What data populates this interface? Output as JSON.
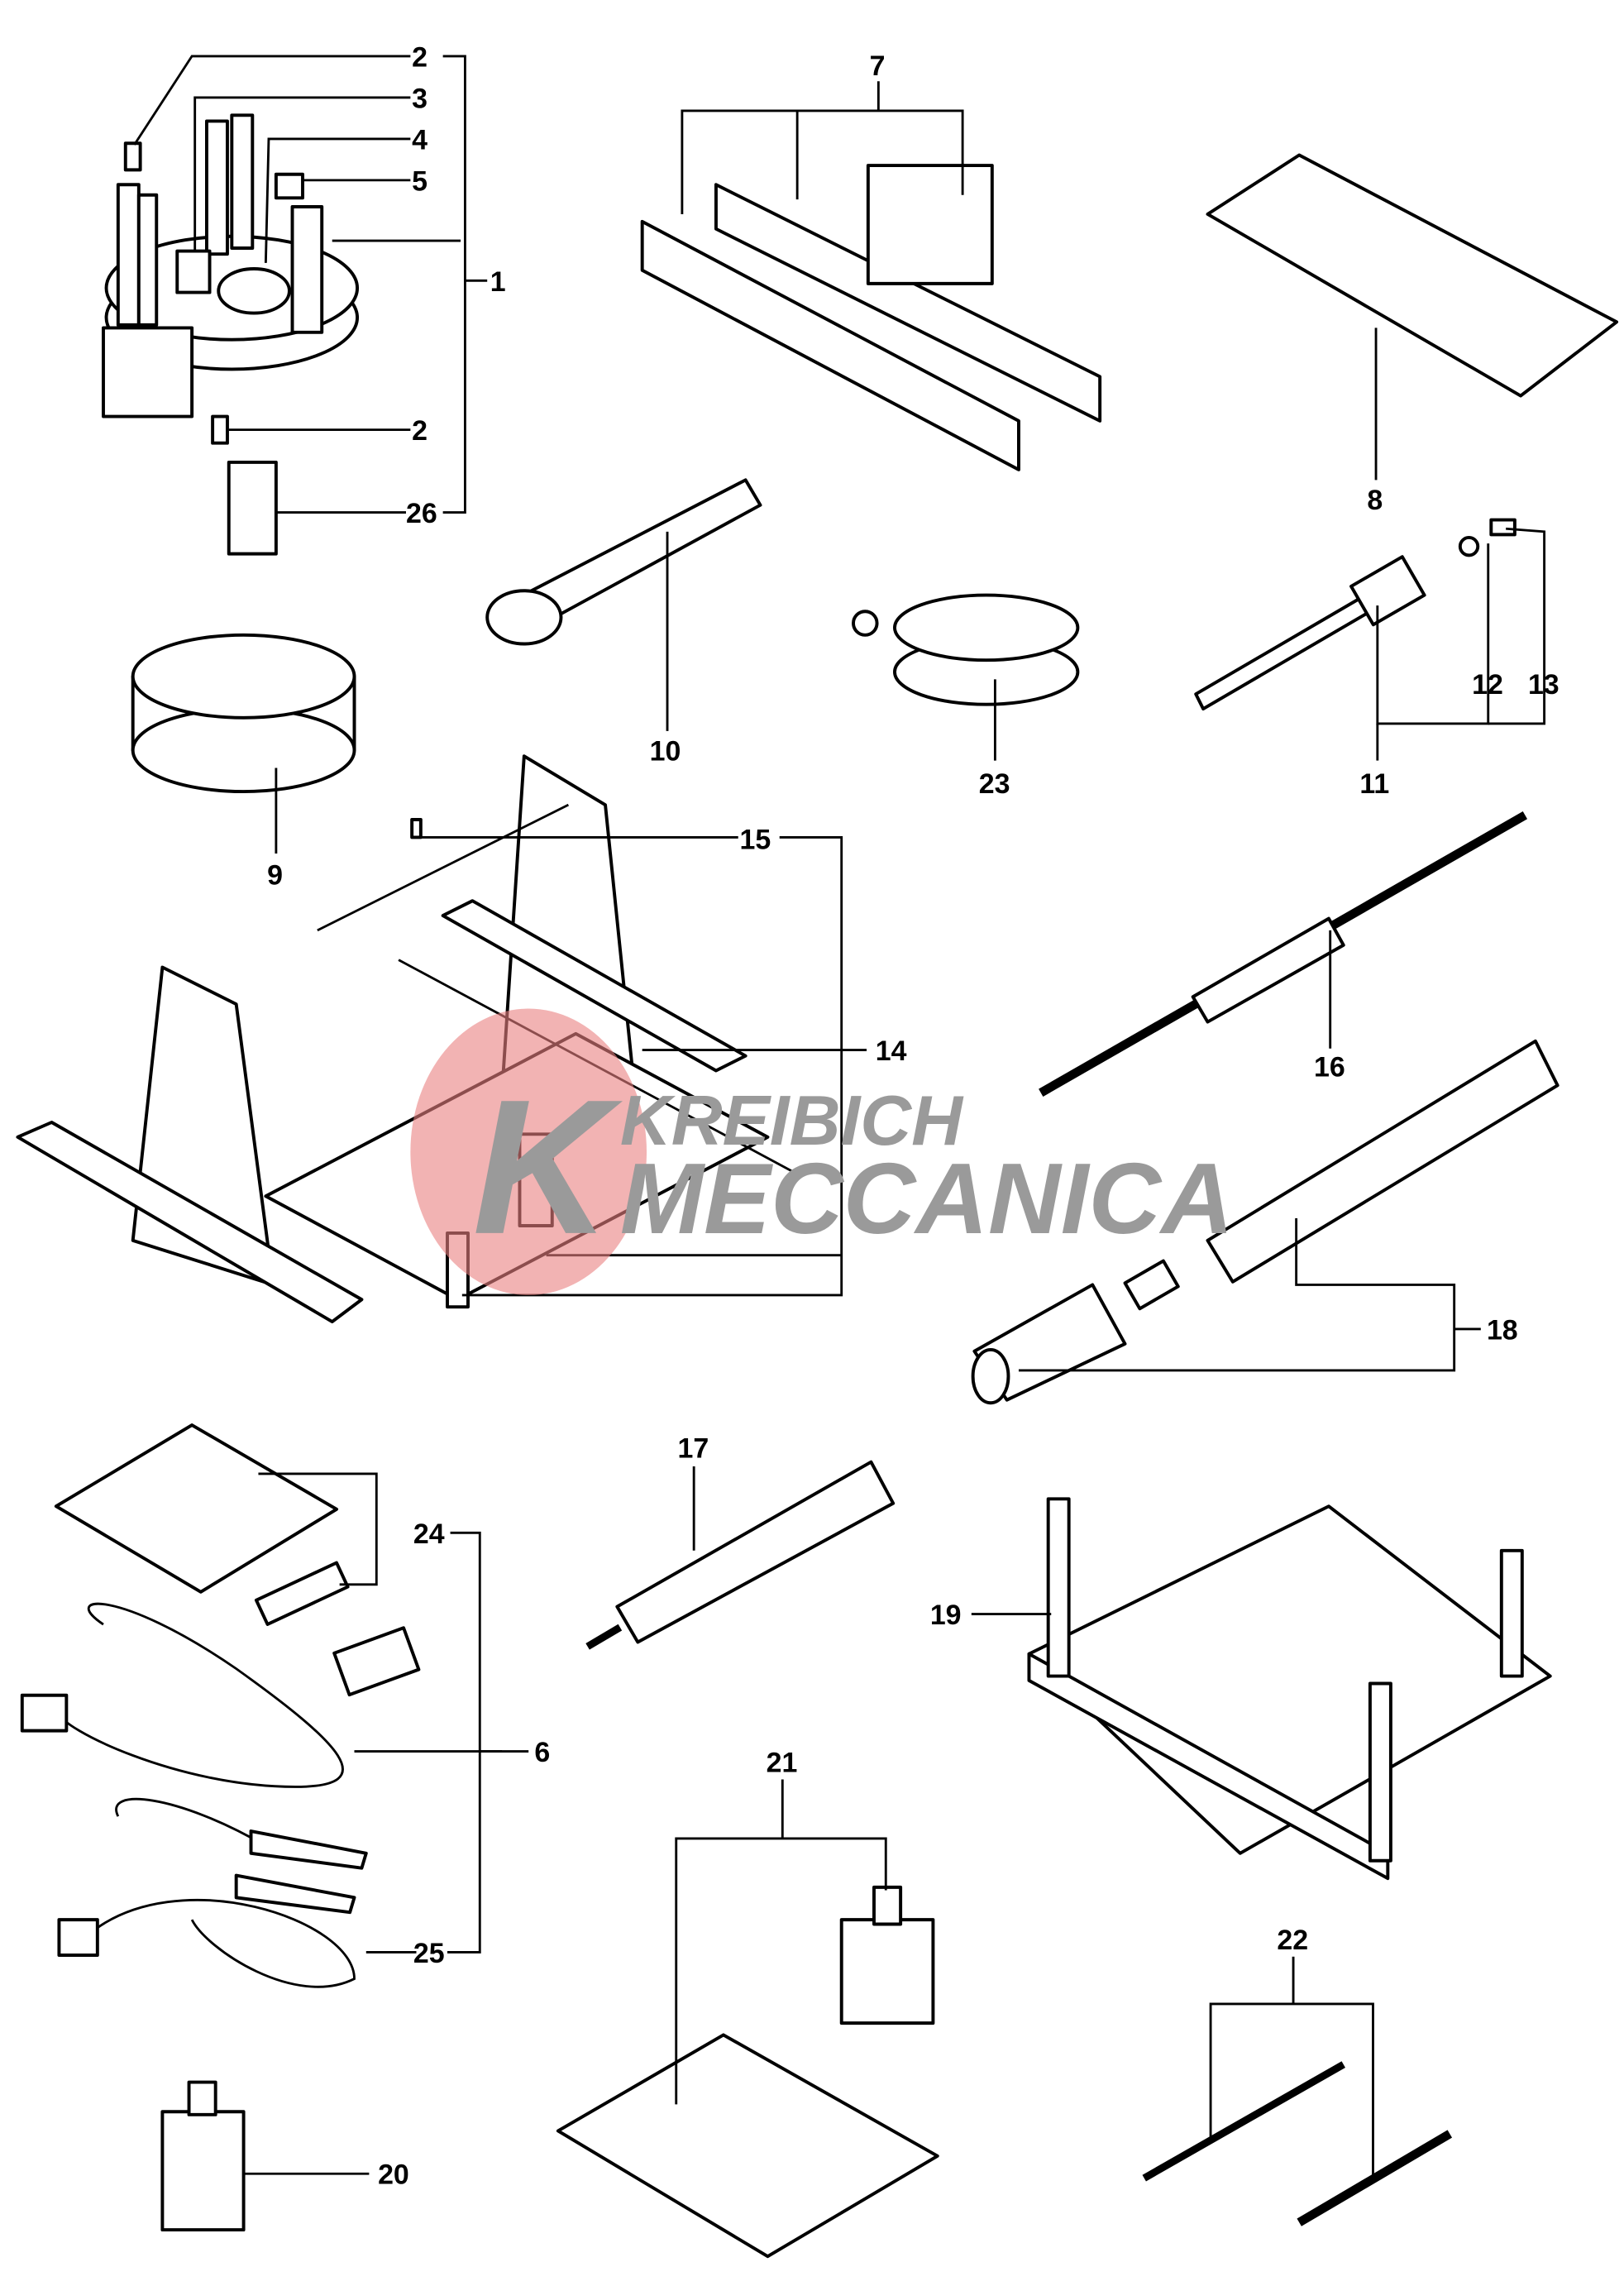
{
  "diagram": {
    "title": "Special tools exploded view",
    "labels": {
      "l2a": "2",
      "l3": "3",
      "l4": "4",
      "l5": "5",
      "l1": "1",
      "l2b": "2",
      "l26": "26",
      "l7": "7",
      "l8": "8",
      "l10": "10",
      "l23": "23",
      "l12": "12",
      "l13": "13",
      "l11": "11",
      "l9": "9",
      "l15": "15",
      "l14": "14",
      "l16": "16",
      "l18": "18",
      "l17": "17",
      "l24": "24",
      "l19": "19",
      "l6": "6",
      "l21": "21",
      "l25": "25",
      "l22": "22",
      "l20": "20"
    },
    "watermark": {
      "line1": "KREIBICH",
      "line2": "MECCANICA",
      "color_red": "#e98080",
      "color_gray": "#9a9a9a"
    }
  }
}
